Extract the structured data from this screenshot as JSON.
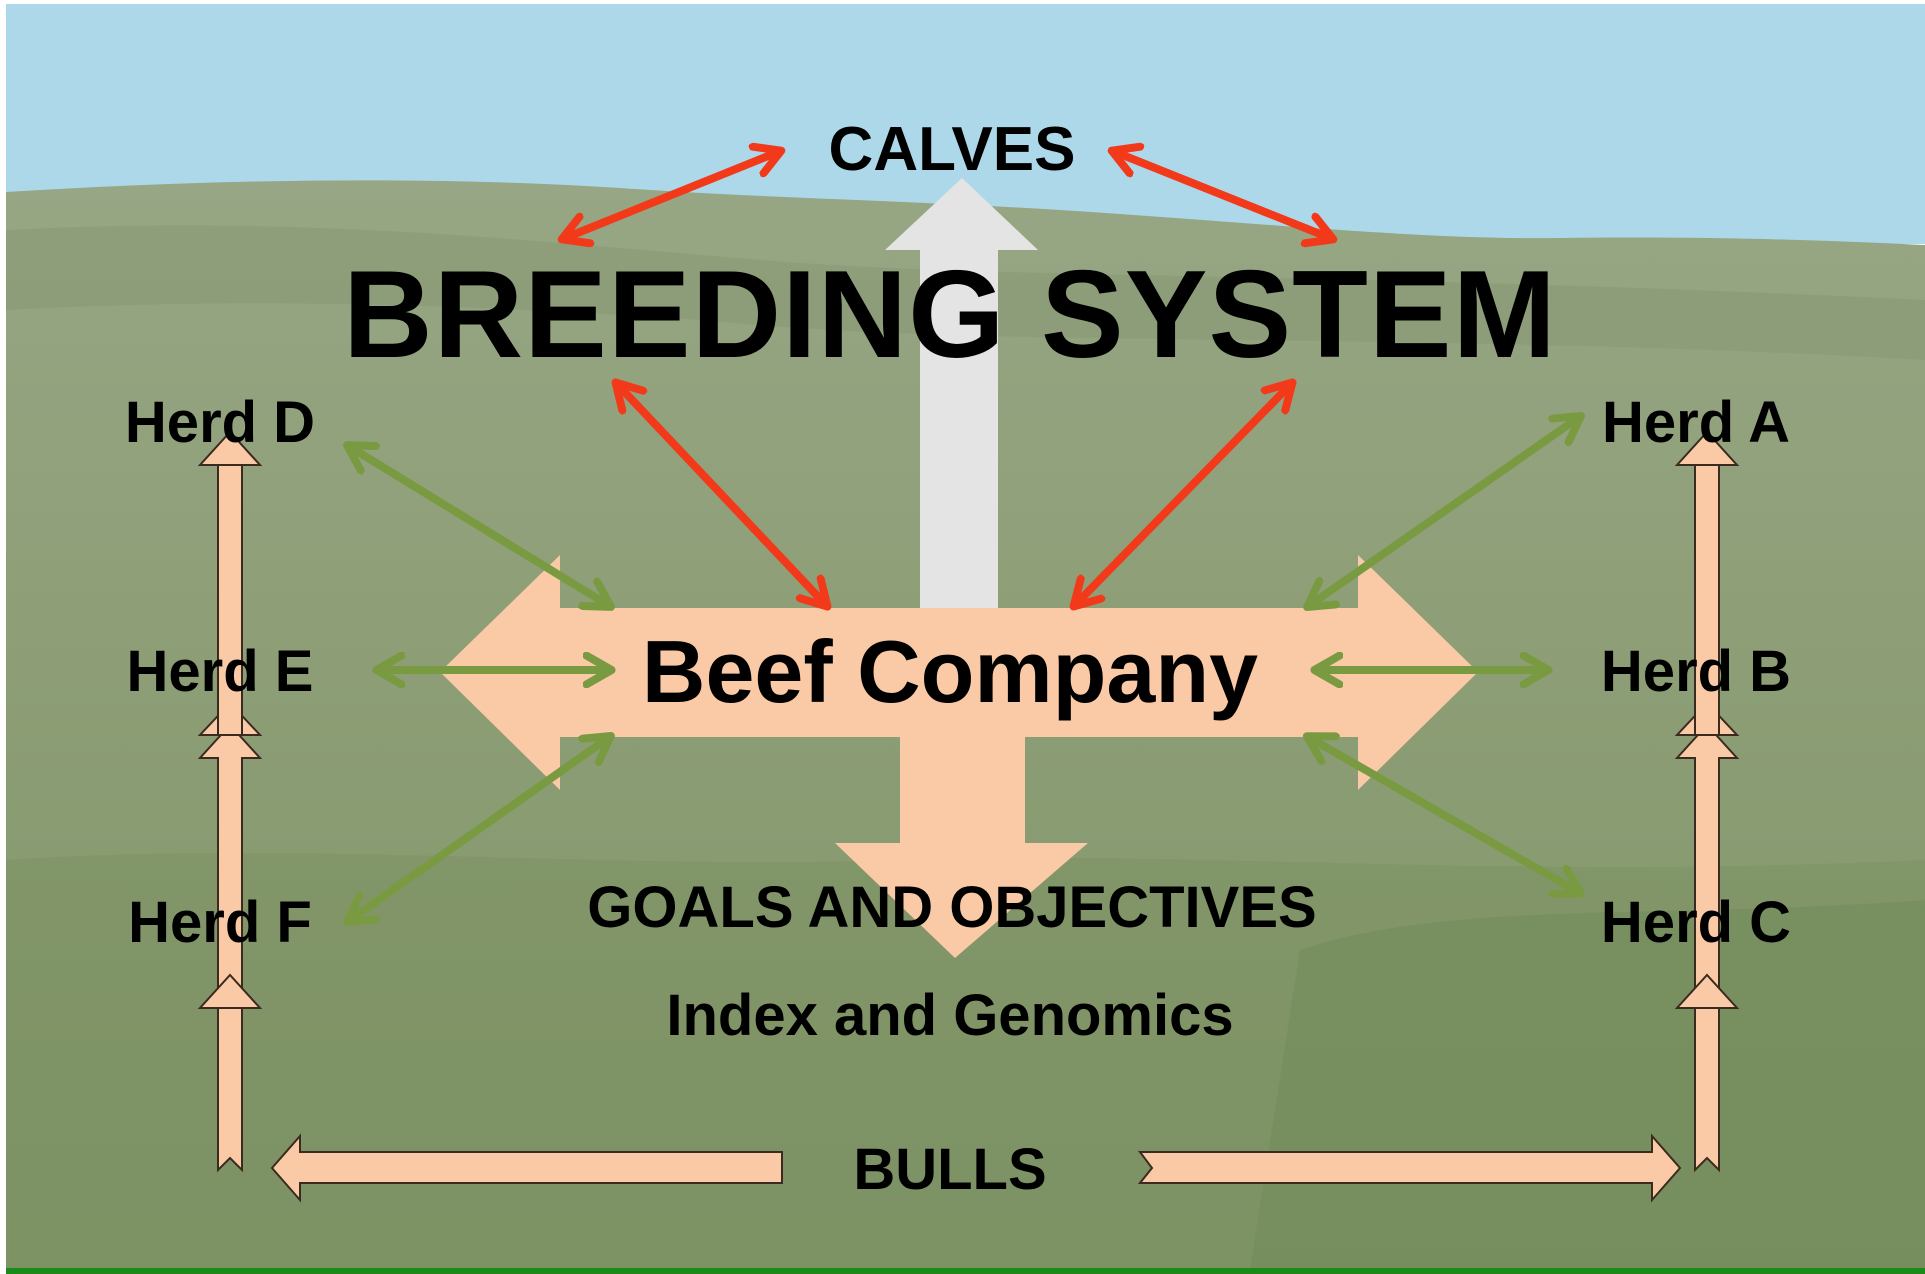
{
  "diagram": {
    "title": "BREEDING SYSTEM",
    "calves": "CALVES",
    "center": "Beef Company",
    "goals": "GOALS AND OBJECTIVES",
    "index": "Index and Genomics",
    "bulls": "BULLS",
    "herds": {
      "d": "Herd D",
      "e": "Herd E",
      "f": "Herd F",
      "a": "Herd A",
      "b": "Herd B",
      "c": "Herd C"
    }
  },
  "colors": {
    "sky": "#add8ea",
    "land": "#8a9c72",
    "peach_arrow": "#fac9a6",
    "red_arrow": "#f23a1a",
    "green_arrow": "#7a9a42",
    "grey_arrow": "#e4e4e4",
    "bottom_line": "#1a8a1a"
  }
}
